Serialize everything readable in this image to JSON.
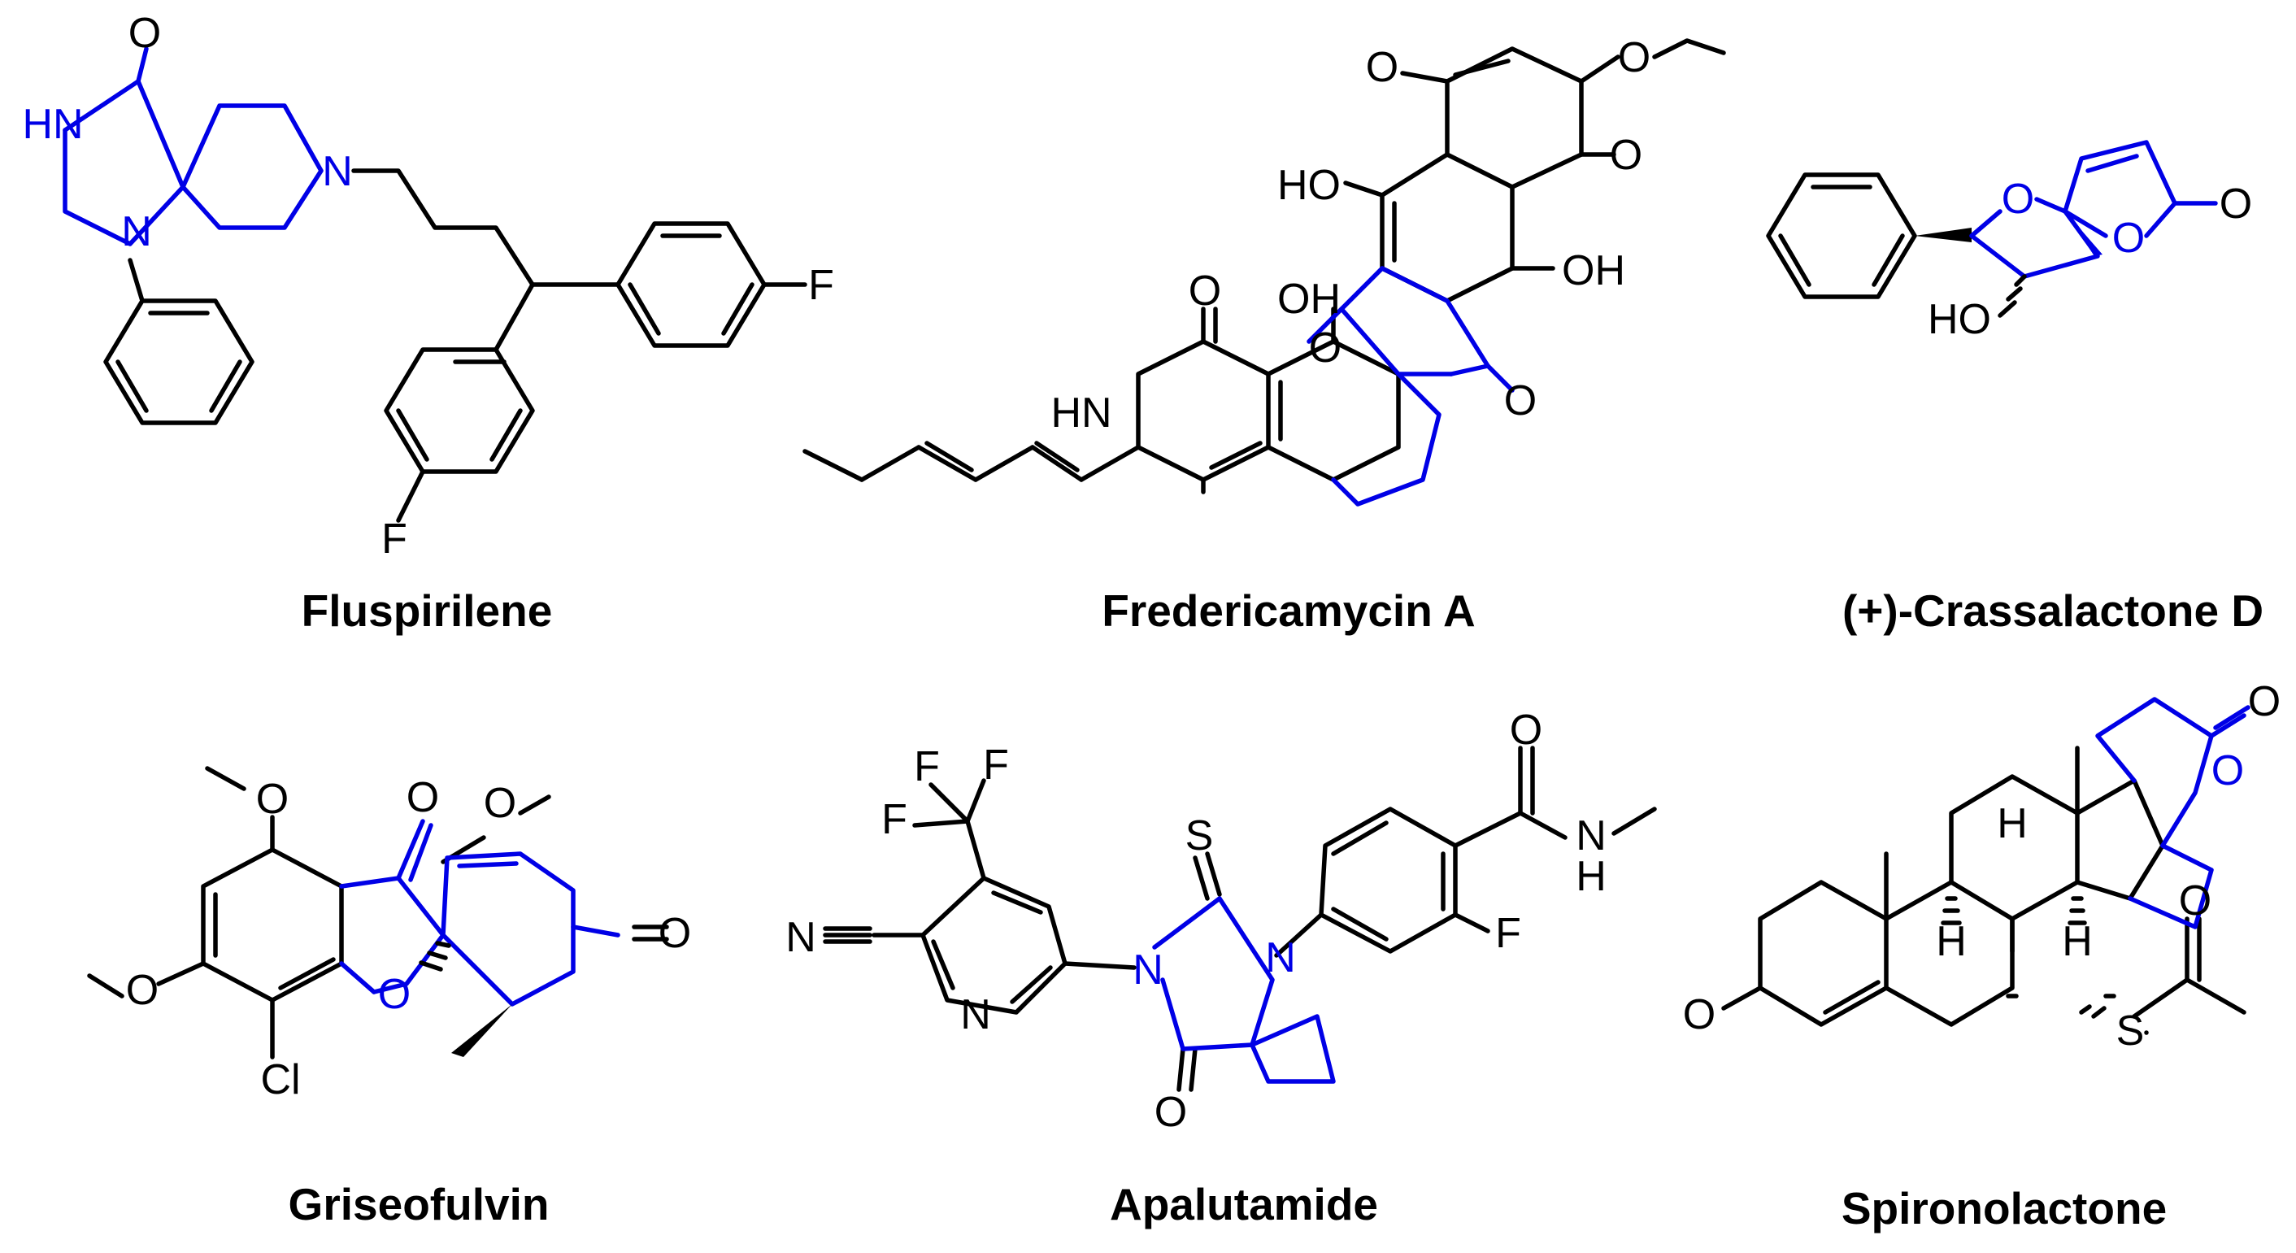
{
  "colors": {
    "spiro_highlight": "#0000e6",
    "bond": "#000000",
    "background": "#ffffff"
  },
  "molecules": [
    {
      "name": "Fluspirilene",
      "atom_labels": [
        "O",
        "HN",
        "N",
        "N",
        "F",
        "F"
      ]
    },
    {
      "name": "Fredericamycin A",
      "atom_labels": [
        "O",
        "O",
        "O",
        "HO",
        "OH",
        "O",
        "OH",
        "O",
        "O",
        "HN"
      ]
    },
    {
      "name": "(+)-Crassalactone D",
      "atom_labels": [
        "O",
        "O",
        "O",
        "HO"
      ]
    },
    {
      "name": "Griseofulvin",
      "atom_labels": [
        "O",
        "O",
        "O",
        "O",
        "O",
        "O",
        "Cl"
      ]
    },
    {
      "name": "Apalutamide",
      "atom_labels": [
        "F",
        "F",
        "F",
        "N",
        "N",
        "S",
        "N",
        "N",
        "O",
        "O",
        "N",
        "H",
        "F"
      ]
    },
    {
      "name": "Spironolactone",
      "atom_labels": [
        "O",
        "O",
        "O",
        "H",
        "H",
        "H",
        "S",
        "O"
      ]
    }
  ]
}
